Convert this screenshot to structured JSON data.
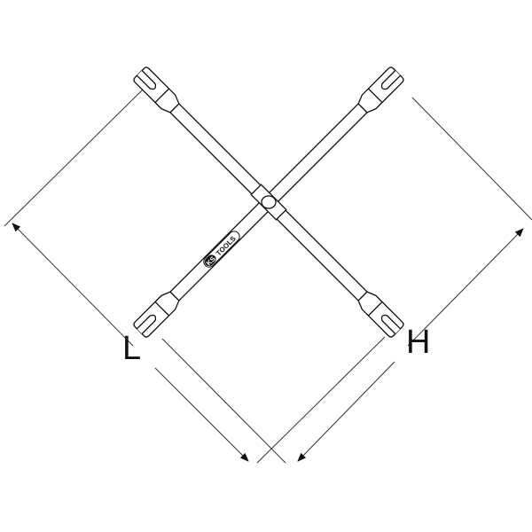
{
  "dimensions": {
    "length_label": "L",
    "height_label": "H"
  },
  "logo": {
    "text": "KS TOOLS"
  },
  "colors": {
    "line": "#111111",
    "background": "#ffffff"
  }
}
